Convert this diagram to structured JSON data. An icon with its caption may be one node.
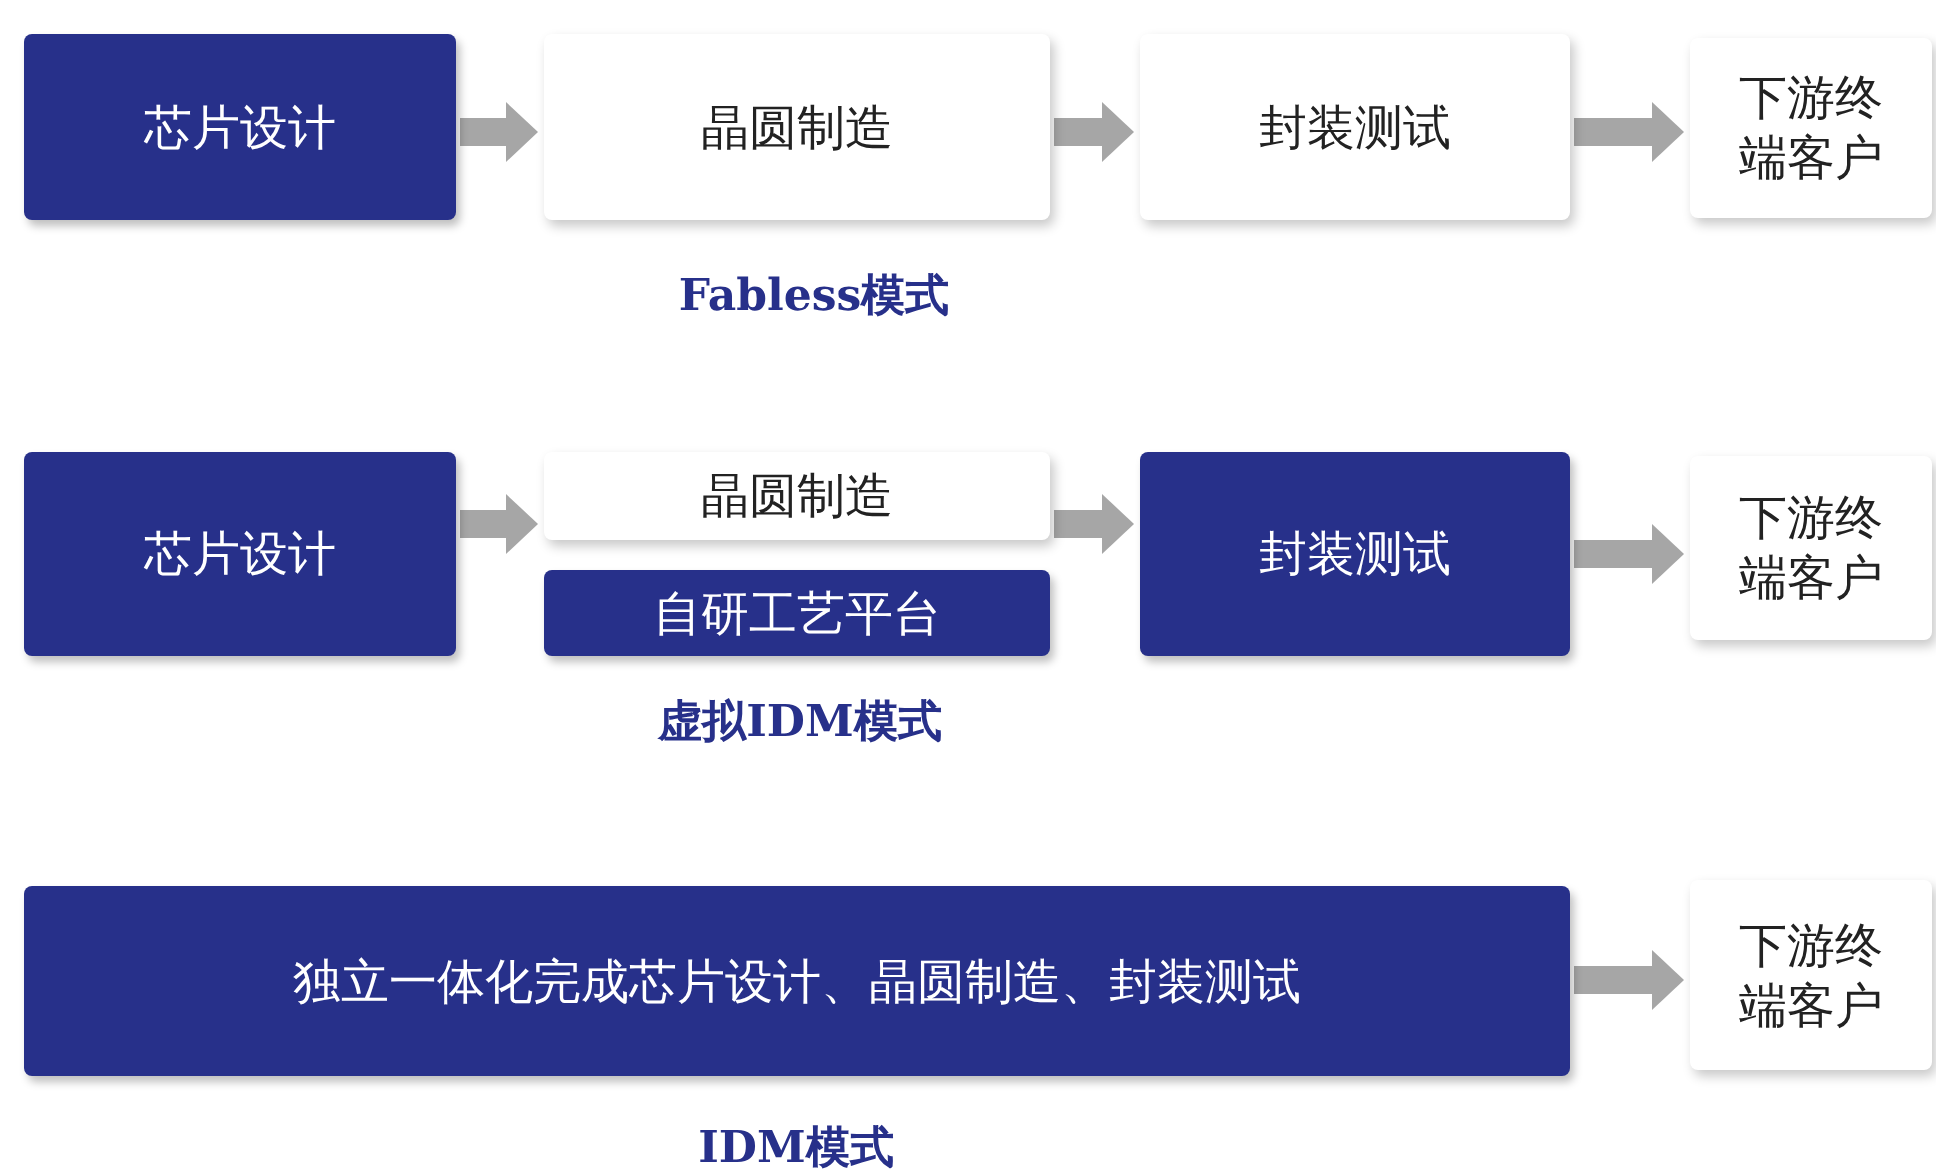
{
  "diagram": {
    "nodes": [
      {
        "text": [
          "芯片设计"
        ]
      },
      {
        "text": [
          "晶圆制造"
        ]
      },
      {
        "text": [
          "封装测试"
        ]
      },
      {
        "text": [
          "下游终端客户"
        ]
      },
      {
        "text": [
          "芯片设计"
        ]
      },
      {
        "text": [
          "晶圆制造"
        ]
      },
      {
        "text": [
          "自研工艺平台"
        ]
      },
      {
        "text": [
          "封装测试"
        ]
      },
      {
        "text": [
          "下游终端客户"
        ]
      },
      {
        "text": [
          "独立一体化完成芯片设计、晶圆制造、封装测试"
        ]
      },
      {
        "text": [
          "下游终端客户"
        ]
      }
    ],
    "edges": [
      {
        "from": 0,
        "to": 1,
        "arrow": "to"
      },
      {
        "from": 1,
        "to": 2,
        "arrow": "to"
      },
      {
        "from": 2,
        "to": 3,
        "arrow": "to"
      },
      {
        "from": 4,
        "to": 5,
        "arrow": "to"
      },
      {
        "from": 5,
        "to": 7,
        "arrow": "to"
      },
      {
        "from": 7,
        "to": 8,
        "arrow": "to"
      },
      {
        "from": 9,
        "to": 10,
        "arrow": "to"
      }
    ],
    "labels": [
      "Fabless模式",
      "虚拟IDM模式",
      "IDM模式"
    ]
  }
}
